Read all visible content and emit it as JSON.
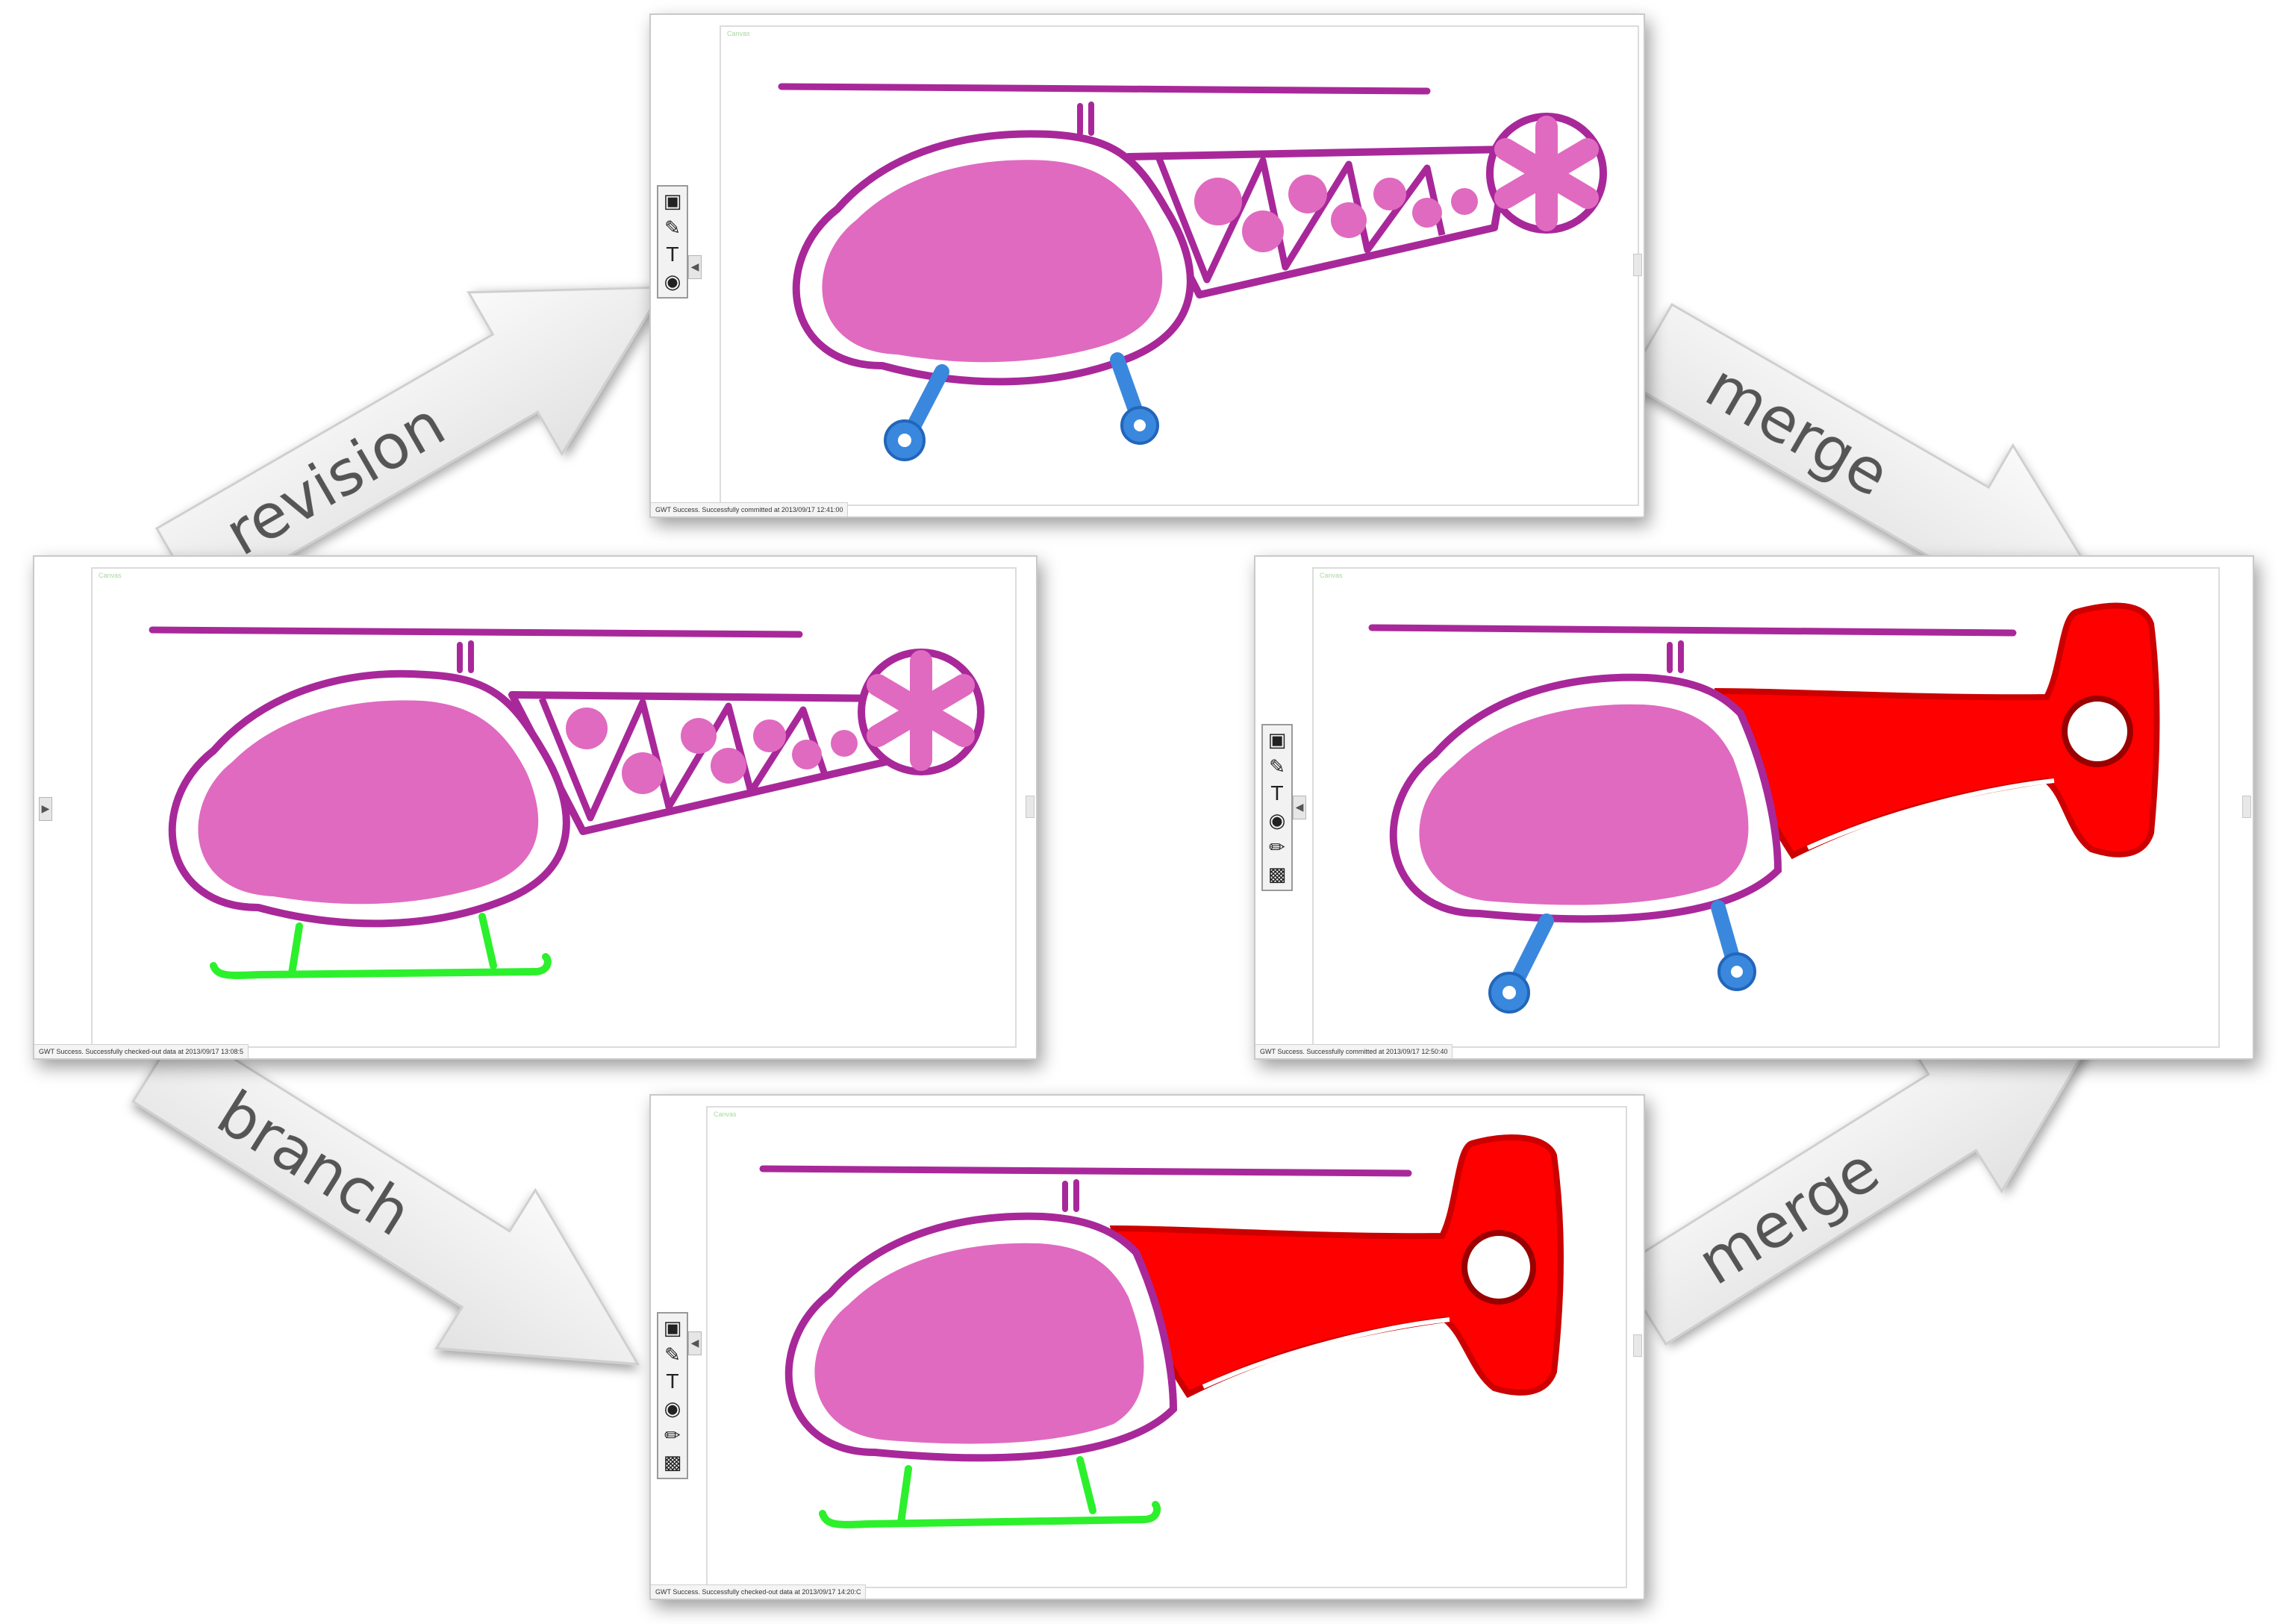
{
  "arrows": {
    "revision": "revision",
    "branch": "branch",
    "merge_top": "merge",
    "merge_bottom": "merge"
  },
  "panels": {
    "top": {
      "frame_label": "Canvas",
      "status": "GWT Success. Successfully committed at 2013/09/17 12:41:00"
    },
    "left": {
      "frame_label": "Canvas",
      "status": "GWT Success. Successfully checked-out data at 2013/09/17 13:08:5"
    },
    "right": {
      "frame_label": "Canvas",
      "status": "GWT Success. Successfully committed at 2013/09/17 12:50:40"
    },
    "bottom": {
      "frame_label": "Canvas",
      "status": "GWT Success. Successfully checked-out data at 2013/09/17 14:20:C"
    }
  },
  "toolbar_icons": [
    "save-icon",
    "pencil-icon",
    "text-icon",
    "palette-icon",
    "brush-icon",
    "eraser-icon"
  ],
  "colors": {
    "body_fill": "#e06ac0",
    "outline": "#a8289a",
    "rotor": "#a8289a",
    "skid_green": "#2cf02c",
    "gear_blue": "#3a88dd",
    "tail_red": "#ff0000",
    "tail_red_outline": "#cc0000",
    "arrow_fill": "#efefef"
  }
}
